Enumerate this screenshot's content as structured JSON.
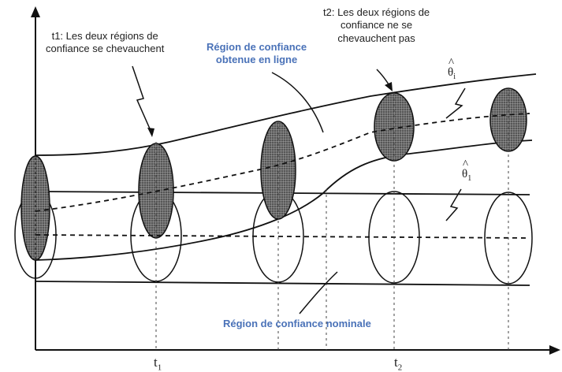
{
  "labels": {
    "t1_note": "t1: Les deux régions de confiance se chevauchent",
    "t1_note_line1": "t1: Les deux régions de",
    "t1_note_line2": "confiance se chevauchent",
    "t2_note_line1": "t2: Les deux régions de",
    "t2_note_line2": "confiance ne se",
    "t2_note_line3": "chevauchent pas",
    "online_region_line1": "Région de confiance",
    "online_region_line2": "obtenue en ligne",
    "nominal_region": "Région de confiance nominale",
    "theta_i_symbol": "θ",
    "theta_i_sub": "i",
    "theta_1_symbol": "θ",
    "theta_1_sub": "1",
    "theta_hat": "^",
    "axis_t1": "t",
    "axis_t1_sub": "1",
    "axis_t2": "t",
    "axis_t2_sub": "2"
  },
  "colors": {
    "blue_label": "#4a72b8",
    "ink": "#111111",
    "shaded": "#555555"
  }
}
